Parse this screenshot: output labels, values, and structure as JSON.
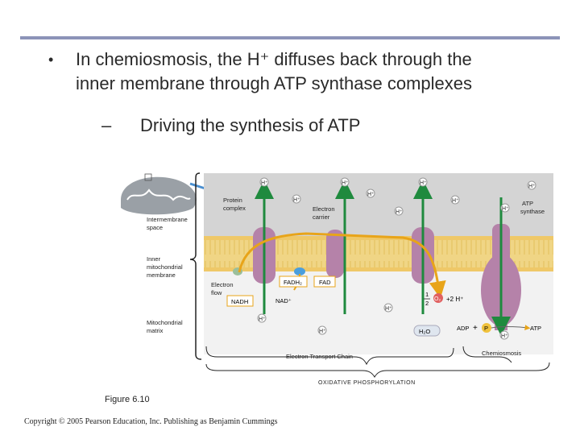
{
  "slide": {
    "bullet_text_line1": "In chemiosmosis, the H⁺ diffuses back through the",
    "bullet_text_line2": "inner membrane through ATP synthase complexes",
    "sub_dash": "–",
    "sub_text": "Driving the synthesis of ATP",
    "figure_caption": "Figure 6.10",
    "copyright": "Copyright © 2005 Pearson Education, Inc. Publishing as Benjamin Cummings"
  },
  "diagram": {
    "region_labels": {
      "intermembrane_1": "Intermembrane",
      "intermembrane_2": "space",
      "inner_1": "Inner",
      "inner_2": "mitochondrial",
      "inner_3": "membrane",
      "matrix_1": "Mitochondrial",
      "matrix_2": "matrix"
    },
    "labels": {
      "protein_1": "Protein",
      "protein_2": "complex",
      "carrier_1": "Electron",
      "carrier_2": "carrier",
      "atp_syn_1": "ATP",
      "atp_syn_2": "synthase",
      "eflow_1": "Electron",
      "eflow_2": "flow",
      "nadh": "NADH",
      "nad": "NAD⁺",
      "fadh2": "FADH₂",
      "fad": "FAD",
      "half_num": "1",
      "half_den": "2",
      "o2": "O₂",
      "plus_2h": "+2 H⁺",
      "h2o": "H₂O",
      "adp": "ADP",
      "plus": "+",
      "p": "P",
      "atp": "ATP",
      "h_ion": "H⁺",
      "etc": "Electron Transport Chain",
      "chemiosmosis": "Chemiosmosis",
      "oxphos": "OXIDATIVE PHOSPHORYLATION"
    },
    "colors": {
      "intermembrane_bg": "#d4d4d4",
      "matrix_bg": "#f2f2f2",
      "membrane_lipid": "#f0d585",
      "protein": "#b582a9",
      "electron_path": "#e8a419",
      "h_arrow": "#1f8a3e",
      "h_ion_bubble": "#ffffff"
    }
  }
}
